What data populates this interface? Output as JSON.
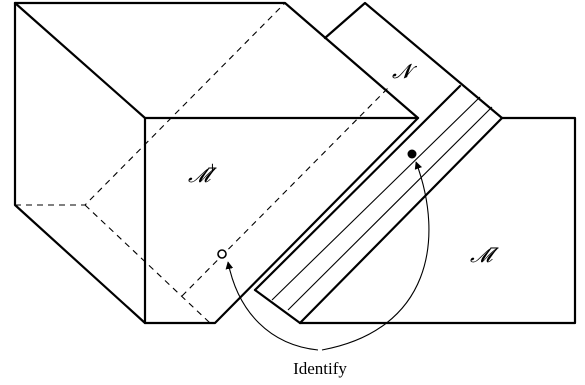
{
  "labels": {
    "m_plus": "𝓜",
    "m_plus_sup": "+",
    "m_minus": "𝓜",
    "m_minus_sup": "−",
    "n": "𝓝",
    "identify": "Identify"
  }
}
